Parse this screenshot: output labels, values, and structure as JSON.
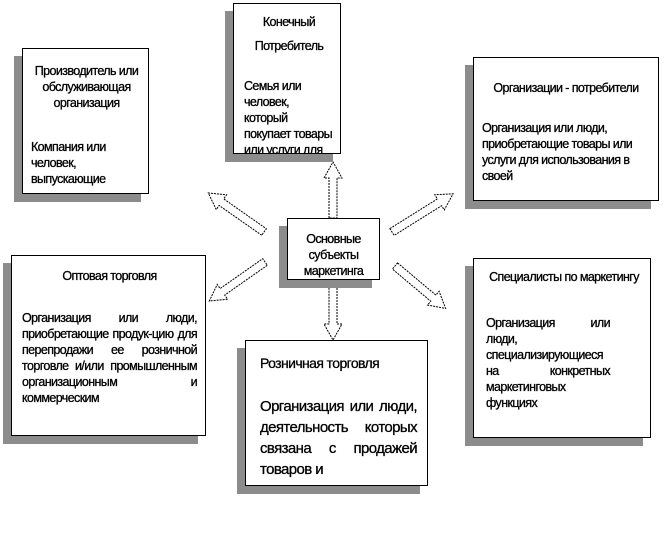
{
  "center": {
    "title": "Основные субъекты маркетинга"
  },
  "boxes": {
    "consumer": {
      "title_1": "Конечный",
      "title_2": "Потребитель",
      "desc": "Семья или человек, который покупает товары или услуги для личного семейного или"
    },
    "producer": {
      "title": "Производитель или обслуживающая организация",
      "desc": "Компания или человек, выпускающие"
    },
    "org_consumers": {
      "title": "Организации - потребители",
      "desc": "Организация или люди, приобретающие товары или услуги для использования в своей"
    },
    "wholesale": {
      "title": "Оптовая торговля",
      "desc": "Организация или люди, приобретающие продук-цию для перепродажи ее розничной торговле и/или промышленным организационным и коммерческим"
    },
    "specialists": {
      "title": "Специалисты по маркетингу",
      "desc": "Организация или люди, специализирующиеся на конкретных маркетинговых функциях"
    },
    "retail": {
      "title": "Розничная торговля",
      "desc": "Организация или люди, деятельность которых связана с продажей товаров и"
    }
  }
}
